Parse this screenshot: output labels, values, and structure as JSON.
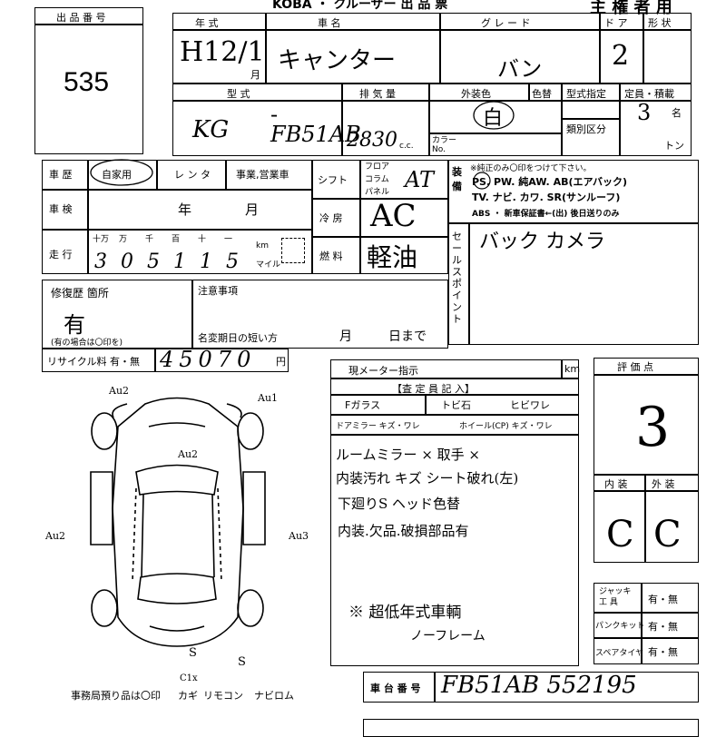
{
  "header": {
    "title_partial": "主 権 者 用",
    "top_partial": "KOBA ・ クルーザー 出 品 票"
  },
  "lot": {
    "label": "出 品 番 号",
    "number": "535"
  },
  "row1": {
    "year_label": "年 式",
    "car_name_label": "車 名",
    "grade_label": "グ レ ー ド",
    "doors_label": "ド ア",
    "body_label": "形 状",
    "year_value": "H12/1",
    "month_suffix": "月",
    "car_name": "キャンター",
    "grade": "バン",
    "doors": "2"
  },
  "row2": {
    "model_label": "型 式",
    "displacement_label": "排 気 量",
    "color_label": "外装色",
    "color_change_label": "色替",
    "type_designation_label": "型式指定",
    "capacity_label": "定員・積載",
    "category_label": "類別区分",
    "model_prefix": "KG",
    "dash": "-",
    "model_code": "FB51AB",
    "displacement": "2830",
    "cc": "c.c.",
    "color": "白",
    "color_no_label": "カラー No.",
    "capacity": "3",
    "capacity_unit": "名",
    "ton_unit": "トン"
  },
  "history": {
    "label": "車 歴",
    "private": "自家用",
    "rental": "レ ン タ",
    "business": "事業,営業車",
    "inspection_label": "車 検",
    "year": "年",
    "month": "月",
    "mileage_label": "走 行",
    "digit_labels": [
      "十万",
      "万",
      "千",
      "百",
      "十",
      "一"
    ],
    "mileage_digits": [
      "3",
      "0",
      "5",
      "1",
      "1",
      "5"
    ],
    "km": "km",
    "mile": "マイル"
  },
  "shift": {
    "label": "シフト",
    "options": [
      "フロア",
      "コラム",
      "パネル"
    ],
    "value": "AT"
  },
  "ac": {
    "label": "冷 房",
    "value": "AC"
  },
  "fuel": {
    "label": "燃 料",
    "value": "軽油"
  },
  "equipment": {
    "label": "装 備",
    "note": "※純正のみ〇印をつけて下さい。",
    "line1": "PS. PW. 純AW. AB(エアバック)",
    "line2": "TV. ナビ. カワ. SR(サンルーフ)",
    "line3": "ABS ・ 新車保証書←(出) 後日送りのみ"
  },
  "sales_point": {
    "label": "セールスポイント",
    "text": "バック カメラ"
  },
  "repair": {
    "label": "修復歴 箇所",
    "value": "有",
    "note": "(有の場合は〇印を)"
  },
  "caution": {
    "label": "注意事項",
    "deadline_label": "名変期日の短い方",
    "month": "月",
    "day": "日まで"
  },
  "recycle": {
    "label": "リサイクル料 有・無",
    "amount": "45070",
    "unit": "円"
  },
  "meter": {
    "label": "現メーター指示",
    "unit": "km"
  },
  "inspector": {
    "header": "【査 定 員 記 入】",
    "glass_label": "Fガラス",
    "chip": "トビ石",
    "crack": "ヒビワレ",
    "mirror_label": "ドアミラー キズ・ワレ",
    "wheel_label": "ホイール(CP) キズ・ワレ",
    "notes": [
      "ルームミラー × 取手 ×",
      "内装汚れ キズ シート破れ(左)",
      "下廻りS ヘッド色替",
      "内装.欠品.破損部品有",
      "※ 超低年式車輌",
      "ノーフレーム"
    ]
  },
  "diagram": {
    "marks": [
      "Au2",
      "Au1",
      "Au2",
      "Au2",
      "Au3",
      "S",
      "S",
      "C1x"
    ],
    "bottom_note": "事務局預り品は〇印",
    "key": "カギ",
    "remote": "リモコン",
    "navi": "ナビロム"
  },
  "score": {
    "label": "評 価 点",
    "value": "3",
    "interior_label": "内 装",
    "exterior_label": "外 装",
    "interior": "C",
    "exterior": "C"
  },
  "tools": [
    {
      "label": "ジャッキ 工 具",
      "value": "有・無"
    },
    {
      "label": "パンクキット",
      "value": "有・無"
    },
    {
      "label": "スペアタイヤ",
      "value": "有・無"
    }
  ],
  "chassis": {
    "label": "車 台 番 号",
    "value": "FB51AB 552195"
  }
}
